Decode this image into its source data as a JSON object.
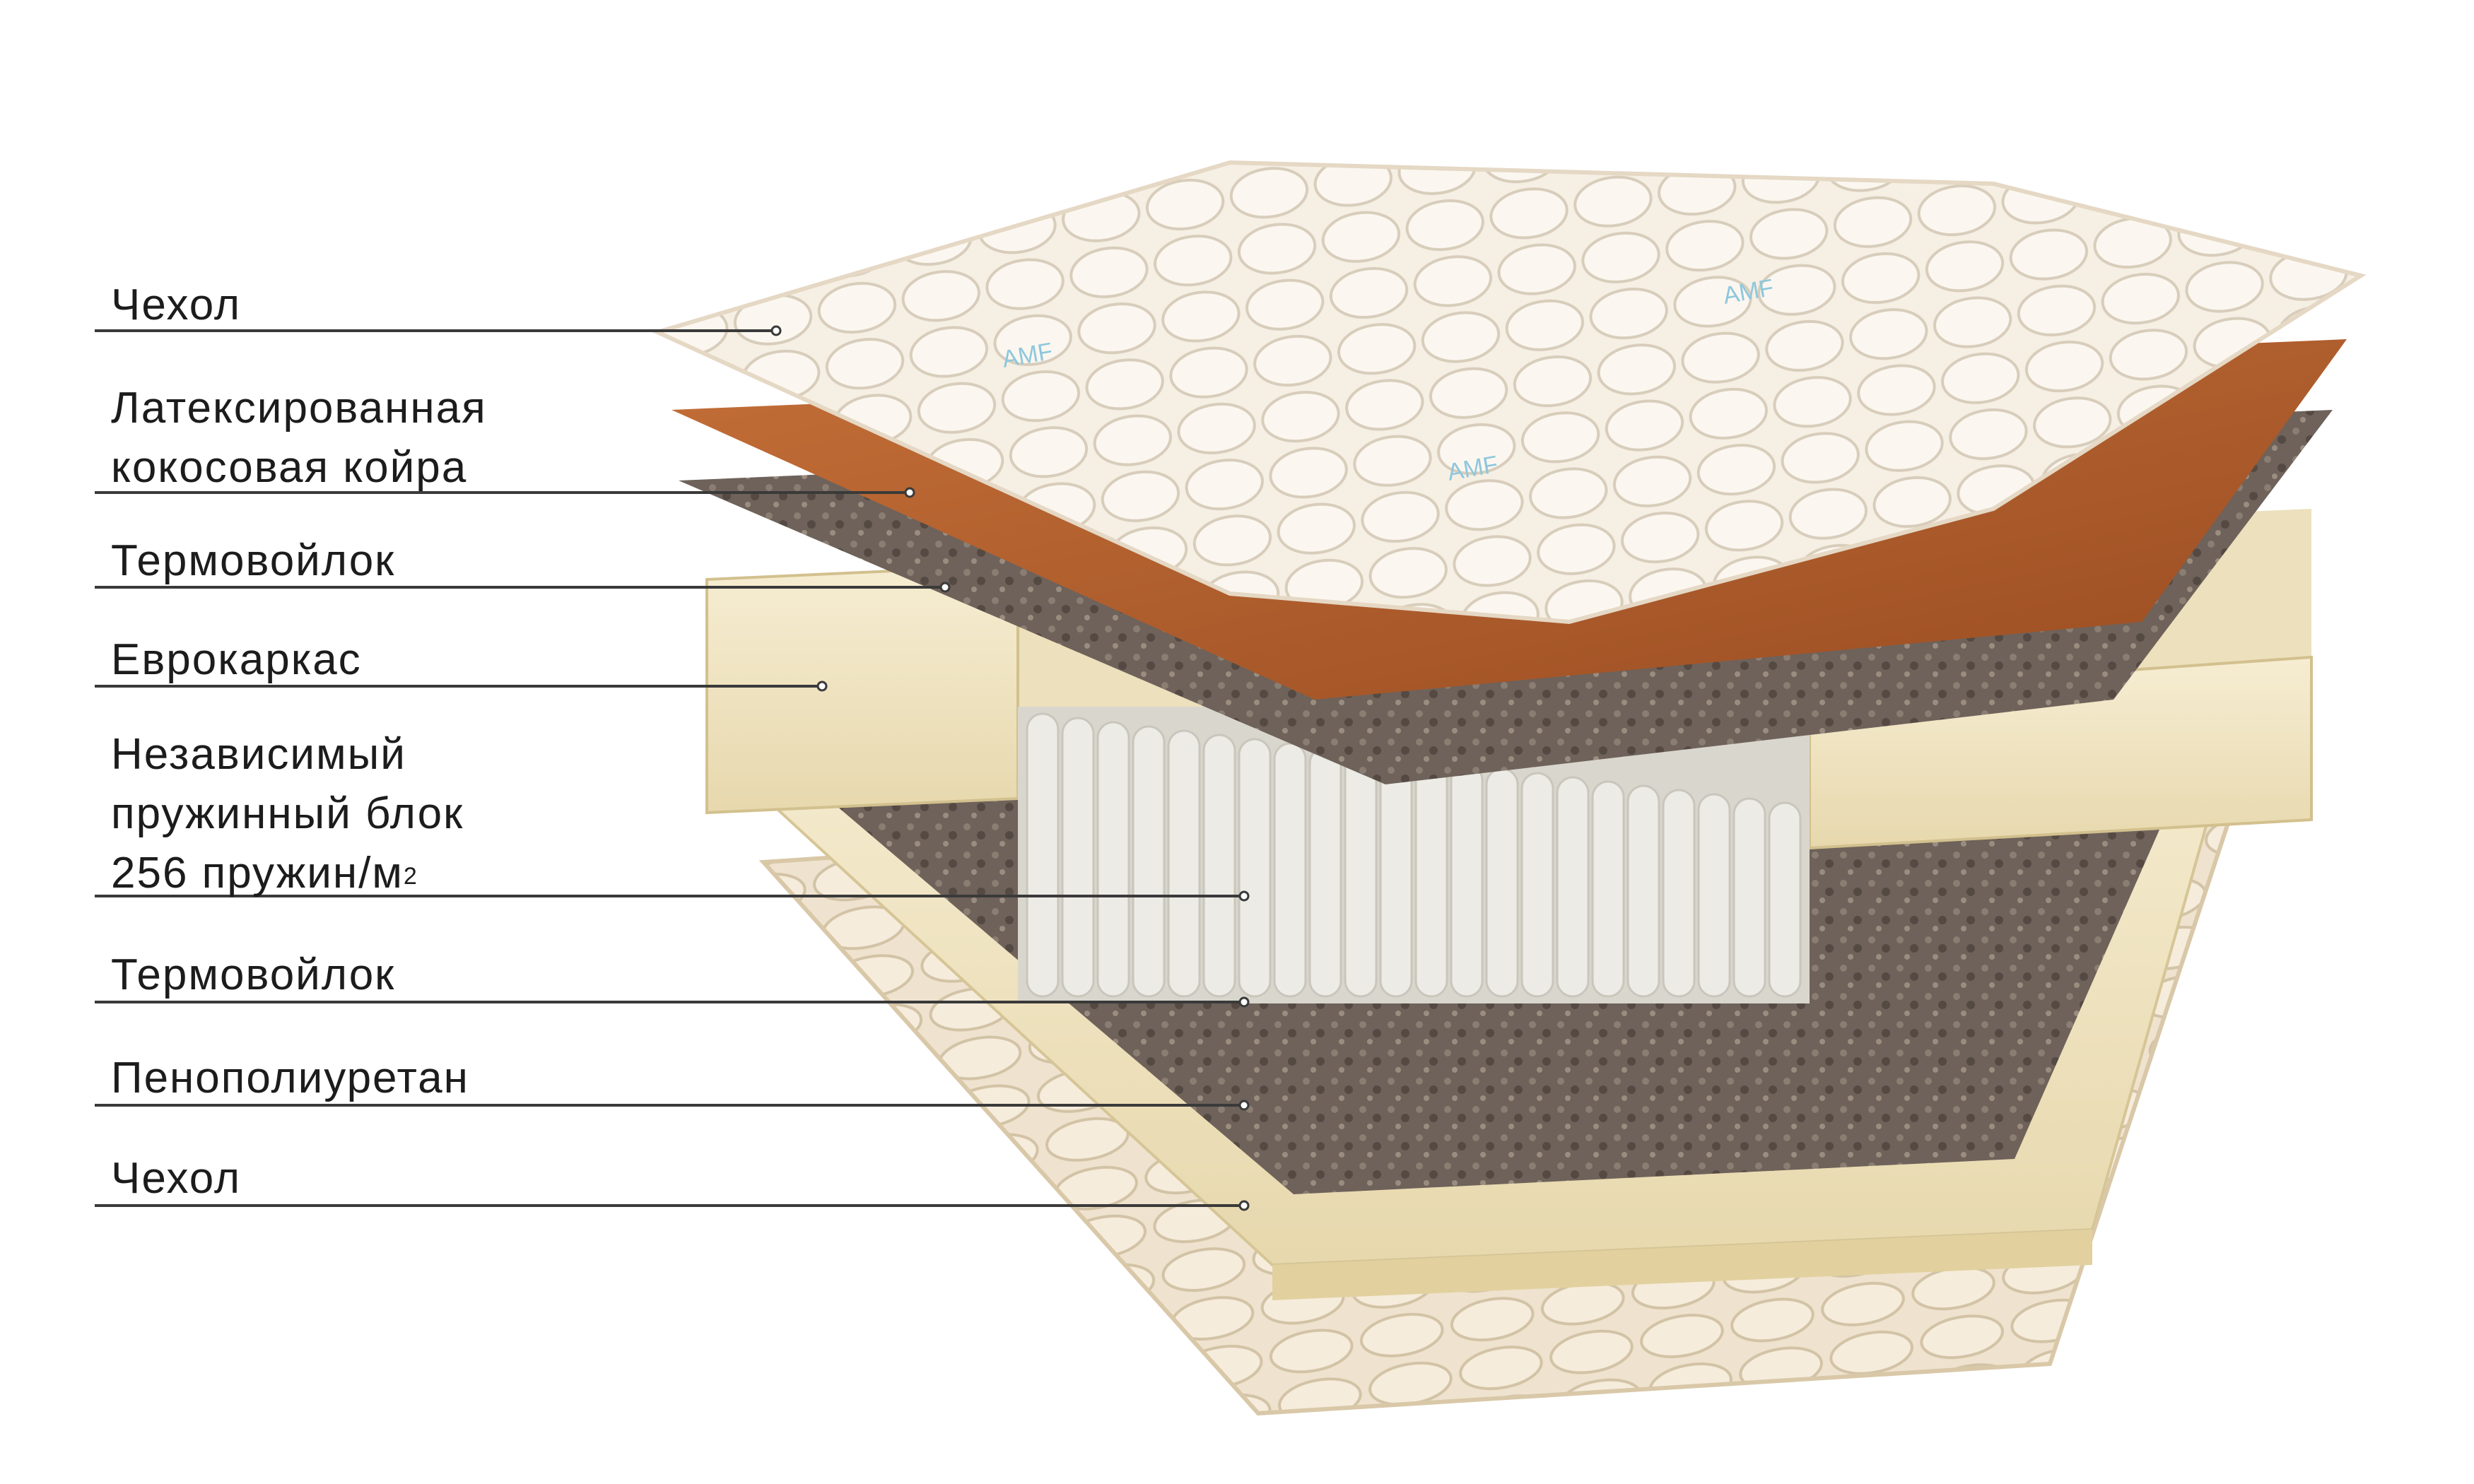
{
  "layers": [
    {
      "id": "cover-top",
      "lines": [
        "Чехол"
      ]
    },
    {
      "id": "coconut-coir",
      "lines": [
        "Латексированная",
        "кокосовая койра"
      ]
    },
    {
      "id": "felt-top",
      "lines": [
        "Термовойлок"
      ]
    },
    {
      "id": "euro-frame",
      "lines": [
        "Еврокаркас"
      ]
    },
    {
      "id": "spring-block",
      "lines": [
        "Независимый",
        "пружинный блок",
        "256 пружин/м"
      ],
      "superscript": "2"
    },
    {
      "id": "felt-bottom",
      "lines": [
        "Термовойлок"
      ]
    },
    {
      "id": "foam",
      "lines": [
        "Пенополиуретан"
      ]
    },
    {
      "id": "cover-bottom",
      "lines": [
        "Чехол"
      ]
    }
  ],
  "cover_logo": "AMF",
  "colors": {
    "cover": "#f4ece0",
    "coir": "#b5602c",
    "felt": "#6e625a",
    "foam": "#f1e6c4",
    "spring": "#ecebe6",
    "leader_line": "#3a3a3a"
  }
}
